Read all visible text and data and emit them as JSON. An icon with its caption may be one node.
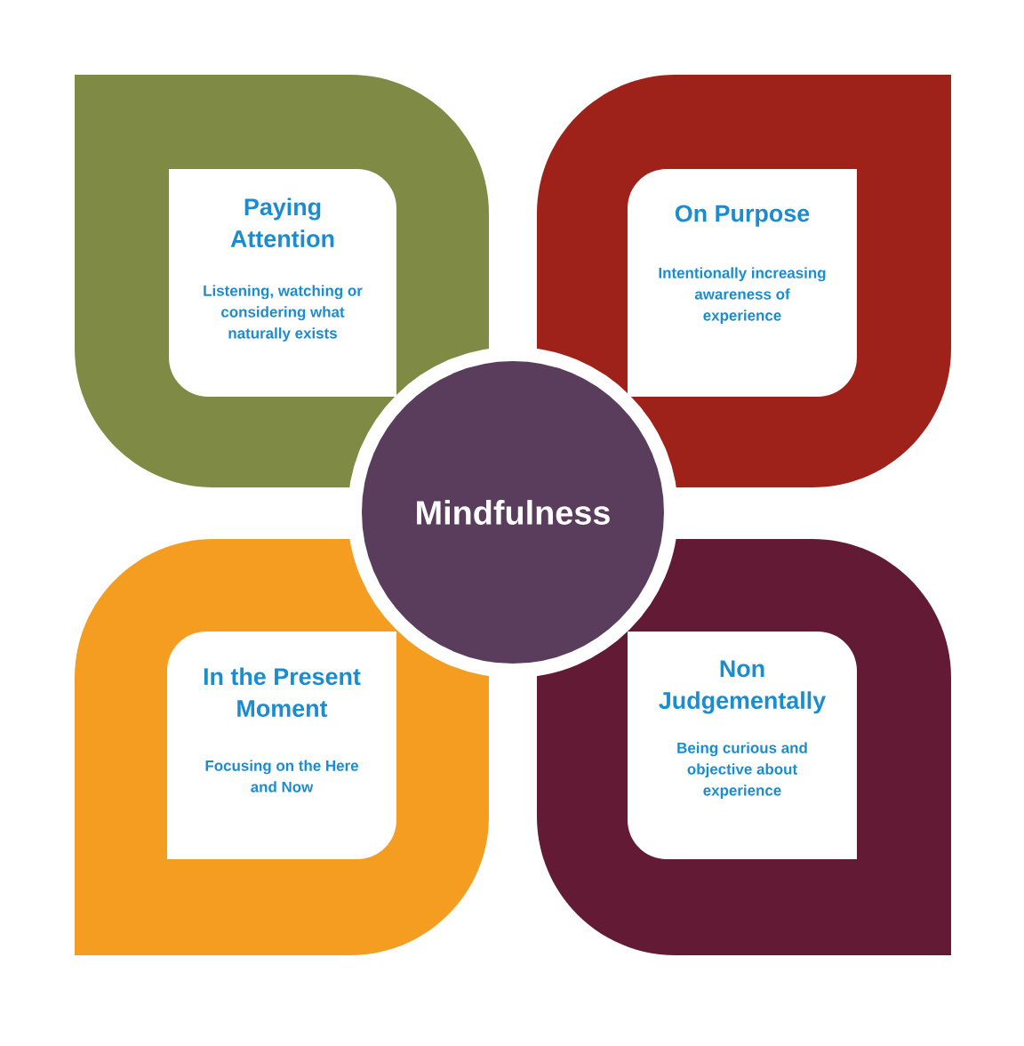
{
  "diagram": {
    "nodes": [
      {
        "text": [
          "Paying Attention",
          "Listening, watching or considering what naturally exists"
        ]
      },
      {
        "text": [
          "On Purpose",
          "Intentionally increasing awareness of experience"
        ]
      },
      {
        "text": [
          "Mindfulness"
        ]
      },
      {
        "text": [
          "In the Present Moment",
          "Focusing on the Here and Now"
        ]
      },
      {
        "text": [
          "Non Judgementally",
          "Being curious and objective about experience"
        ]
      }
    ]
  }
}
